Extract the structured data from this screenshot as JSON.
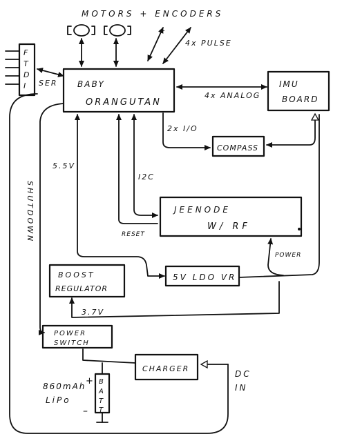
{
  "blocks": {
    "baby_orangutan_line1": "BABY",
    "baby_orangutan_line2": "ORANGUTAN",
    "imu_line1": "IMU",
    "imu_line2": "BOARD",
    "compass": "COMPASS",
    "xbee_line1": "JEENODE",
    "xbee_line2": "W/ RF",
    "boost_line1": "BOOST",
    "boost_line2": "REGULATOR",
    "five_v_reg": "5V LDO VR",
    "power_switch_line1": "POWER",
    "power_switch_line2": "SWITCH",
    "charger": "CHARGER",
    "batt": [
      "B",
      "A",
      "T",
      "T"
    ],
    "ftdi": [
      "F",
      "T",
      "D",
      "I"
    ]
  },
  "labels": {
    "motors_encoders": "MOTORS + ENCODERS",
    "plus": "+",
    "pulse": "4x PULSE",
    "ser": "SER",
    "analog": "4x ANALOG",
    "io": "2x I/O",
    "i2c": "I2C",
    "reset": "RESET",
    "v55": "5.5V",
    "shutdown": "SHUTDOWN",
    "power": "POWER",
    "v37": "3.7V",
    "dc_line1": "DC",
    "dc_line2": "IN",
    "lipo_line1": "860mAh",
    "lipo_line2": "LiPo",
    "batt_plus": "+",
    "batt_minus": "–"
  }
}
